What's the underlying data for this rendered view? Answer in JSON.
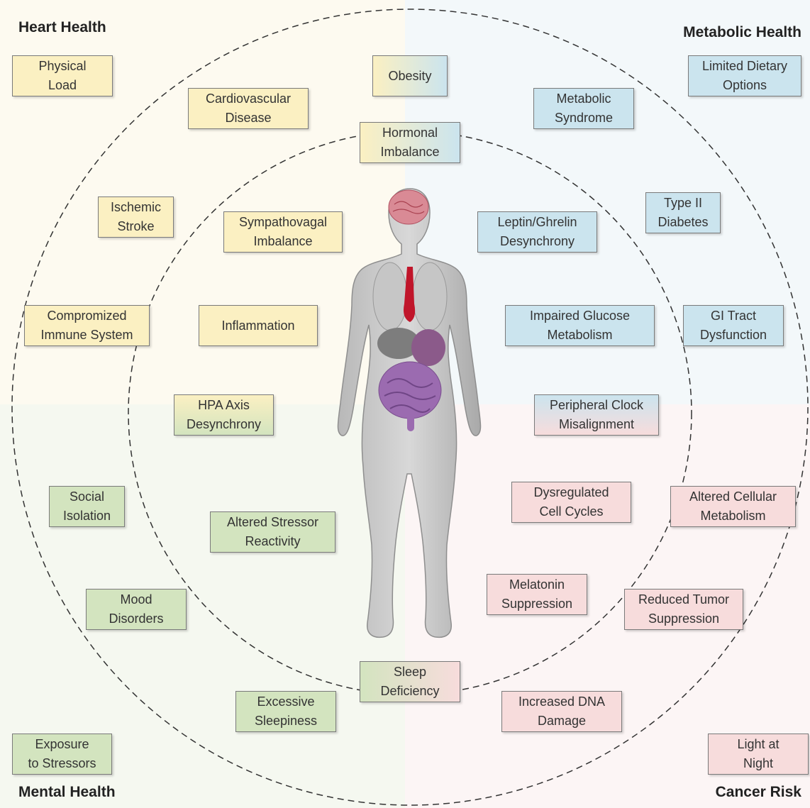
{
  "corners": {
    "heart": "Heart Health",
    "metabolic": "Metabolic Health",
    "mental": "Mental Health",
    "cancer": "Cancer Risk"
  },
  "colors": {
    "heart": "#fbf0c2",
    "metabolic": "#cbe4ee",
    "mental": "#d3e4bf",
    "cancer": "#f7dcdc"
  },
  "boxes": {
    "physical_load": "Physical\nLoad",
    "obesity": "Obesity",
    "limited_dietary_options": "Limited Dietary\nOptions",
    "cardiovascular_disease": "Cardiovascular\nDisease",
    "metabolic_syndrome": "Metabolic\nSyndrome",
    "hormonal_imbalance": "Hormonal\nImbalance",
    "ischemic_stroke": "Ischemic\nStroke",
    "type_ii_diabetes": "Type II\nDiabetes",
    "sympathovagal_imbalance": "Sympathovagal\nImbalance",
    "leptin_ghrelin": "Leptin/Ghrelin\nDesynchrony",
    "compromized_immune": "Compromized\nImmune System",
    "inflammation": "Inflammation",
    "impaired_glucose": "Impaired Glucose\nMetabolism",
    "gi_tract": "GI Tract\nDysfunction",
    "hpa_axis": "HPA Axis\nDesynchrony",
    "peripheral_clock": "Peripheral Clock\nMisalignment",
    "social_isolation": "Social\nIsolation",
    "dysregulated_cell_cycles": "Dysregulated\nCell Cycles",
    "altered_cellular_metabolism": "Altered Cellular\nMetabolism",
    "altered_stressor": "Altered Stressor\nReactivity",
    "mood_disorders": "Mood\nDisorders",
    "melatonin_suppression": "Melatonin\nSuppression",
    "reduced_tumor": "Reduced Tumor\nSuppression",
    "sleep_deficiency": "Sleep\nDeficiency",
    "excessive_sleepiness": "Excessive\nSleepiness",
    "increased_dna": "Increased DNA\nDamage",
    "exposure_stressors": "Exposure\nto Stressors",
    "light_at_night": "Light at\nNight"
  }
}
